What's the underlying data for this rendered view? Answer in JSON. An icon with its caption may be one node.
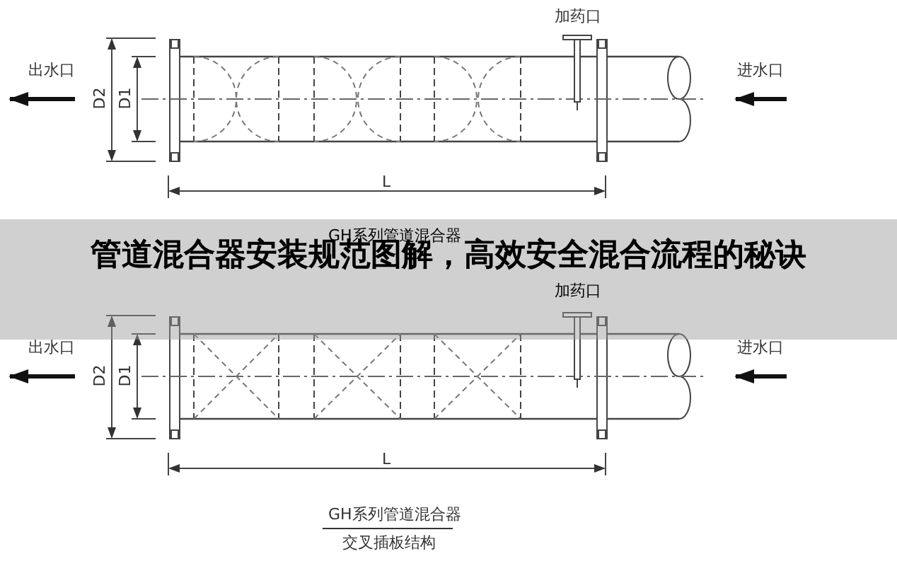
{
  "diagram": {
    "title": "管道混合器安装规范图解，高效安全混合流程的秘诀",
    "labels": [
      "加药口",
      "出水口",
      "进水口",
      "D2",
      "D1",
      "L",
      "GH系列管道混合器",
      "加药口",
      "出水口",
      "进水口",
      "D2",
      "D1",
      "L",
      "GH系列管道混合器",
      "交叉插板结构"
    ]
  }
}
